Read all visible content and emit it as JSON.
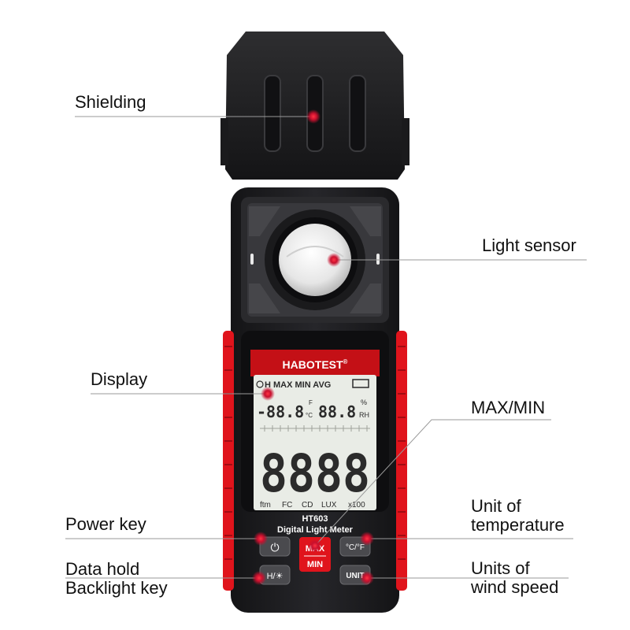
{
  "callouts": {
    "shielding": "Shielding",
    "light_sensor": "Light sensor",
    "display": "Display",
    "max_min": "MAX/MIN",
    "power_key": "Power key",
    "unit_temp_1": "Unit of",
    "unit_temp_2": "temperature",
    "hold_1": "Data hold",
    "hold_2": "Backlight key",
    "wind_1": "Units of",
    "wind_2": "wind speed"
  },
  "device": {
    "brand": "HABOTEST",
    "registered": "®",
    "model": "HT603",
    "product_name": "Digital Light Meter",
    "lcd": {
      "top_flags": "H MAX MIN AVG",
      "small_left": "-88.8",
      "unit_f": "F",
      "unit_c": "°C",
      "small_right": "88.8",
      "unit_pct": "%",
      "unit_rh": "RH",
      "main_digits": "8888",
      "units_row": [
        "ftm",
        "FC",
        "CD",
        "LUX",
        "x100"
      ]
    },
    "buttons": {
      "power_symbol": "⏻",
      "maxmin_top": "MAX",
      "maxmin_bottom": "MIN",
      "temp_unit": "°C/°F",
      "hold_symbol": "H/☀",
      "unit": "UNIT"
    }
  },
  "colors": {
    "accent_red": "#e0141c",
    "body_dark": "#1c1c1e",
    "lcd_bg": "#e9ece6",
    "marker_red": "#c8102e"
  }
}
